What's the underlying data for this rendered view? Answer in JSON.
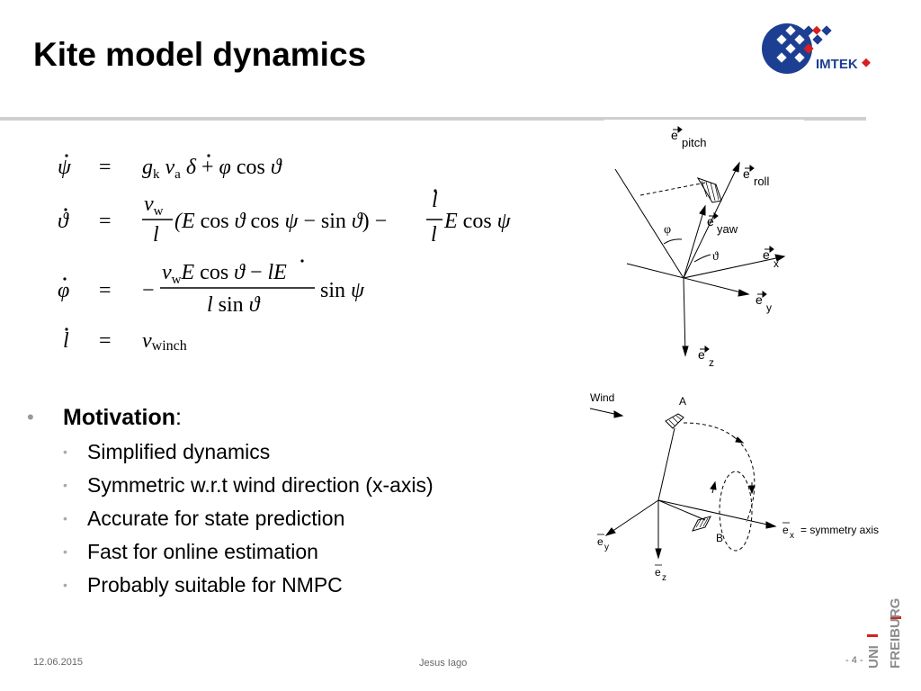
{
  "header": {
    "title": "Kite model dynamics",
    "logo_text": "IMTEK"
  },
  "colors": {
    "logo_blue": "#1c3f93",
    "logo_red": "#d7201f",
    "rule_gray": "#cfcfcf"
  },
  "equations": [
    {
      "lhs": "ψ̇",
      "rel": "=",
      "rhs": "gk va δ + φ̇ cos ϑ"
    },
    {
      "lhs": "ϑ̇",
      "rel": "=",
      "rhs": "(vw / l)(E cos ϑ cos ψ − sin ϑ) − (l̇ / l) E cos ψ"
    },
    {
      "lhs": "φ̇",
      "rel": "=",
      "rhs": "−((vw E cos ϑ − l̇ E) / (l sin ϑ)) sin ψ"
    },
    {
      "lhs": "l̇",
      "rel": "=",
      "rhs": "vwinch"
    }
  ],
  "figure_top": {
    "labels": {
      "pitch": "pitch",
      "roll": "roll",
      "yaw": "yaw",
      "x": "x",
      "y": "y",
      "z": "z",
      "e": "e",
      "phi": "φ",
      "theta": "ϑ"
    }
  },
  "figure_bottom": {
    "wind": "Wind",
    "point_a": "A",
    "point_b": "B",
    "symmetry": "= symmetry axis",
    "e": "e",
    "x": "x",
    "y": "y",
    "z": "z"
  },
  "motivation": {
    "heading": "Motivation",
    "colon": ":",
    "items": [
      "Simplified dynamics",
      "Symmetric w.r.t wind direction (x-axis)",
      "Accurate for state prediction",
      "Fast for online estimation",
      "Probably suitable for NMPC"
    ]
  },
  "footer": {
    "date": "12.06.2015",
    "author": "Jesus Iago",
    "page": "- 4 -",
    "university": "UNI FREIBURG"
  }
}
